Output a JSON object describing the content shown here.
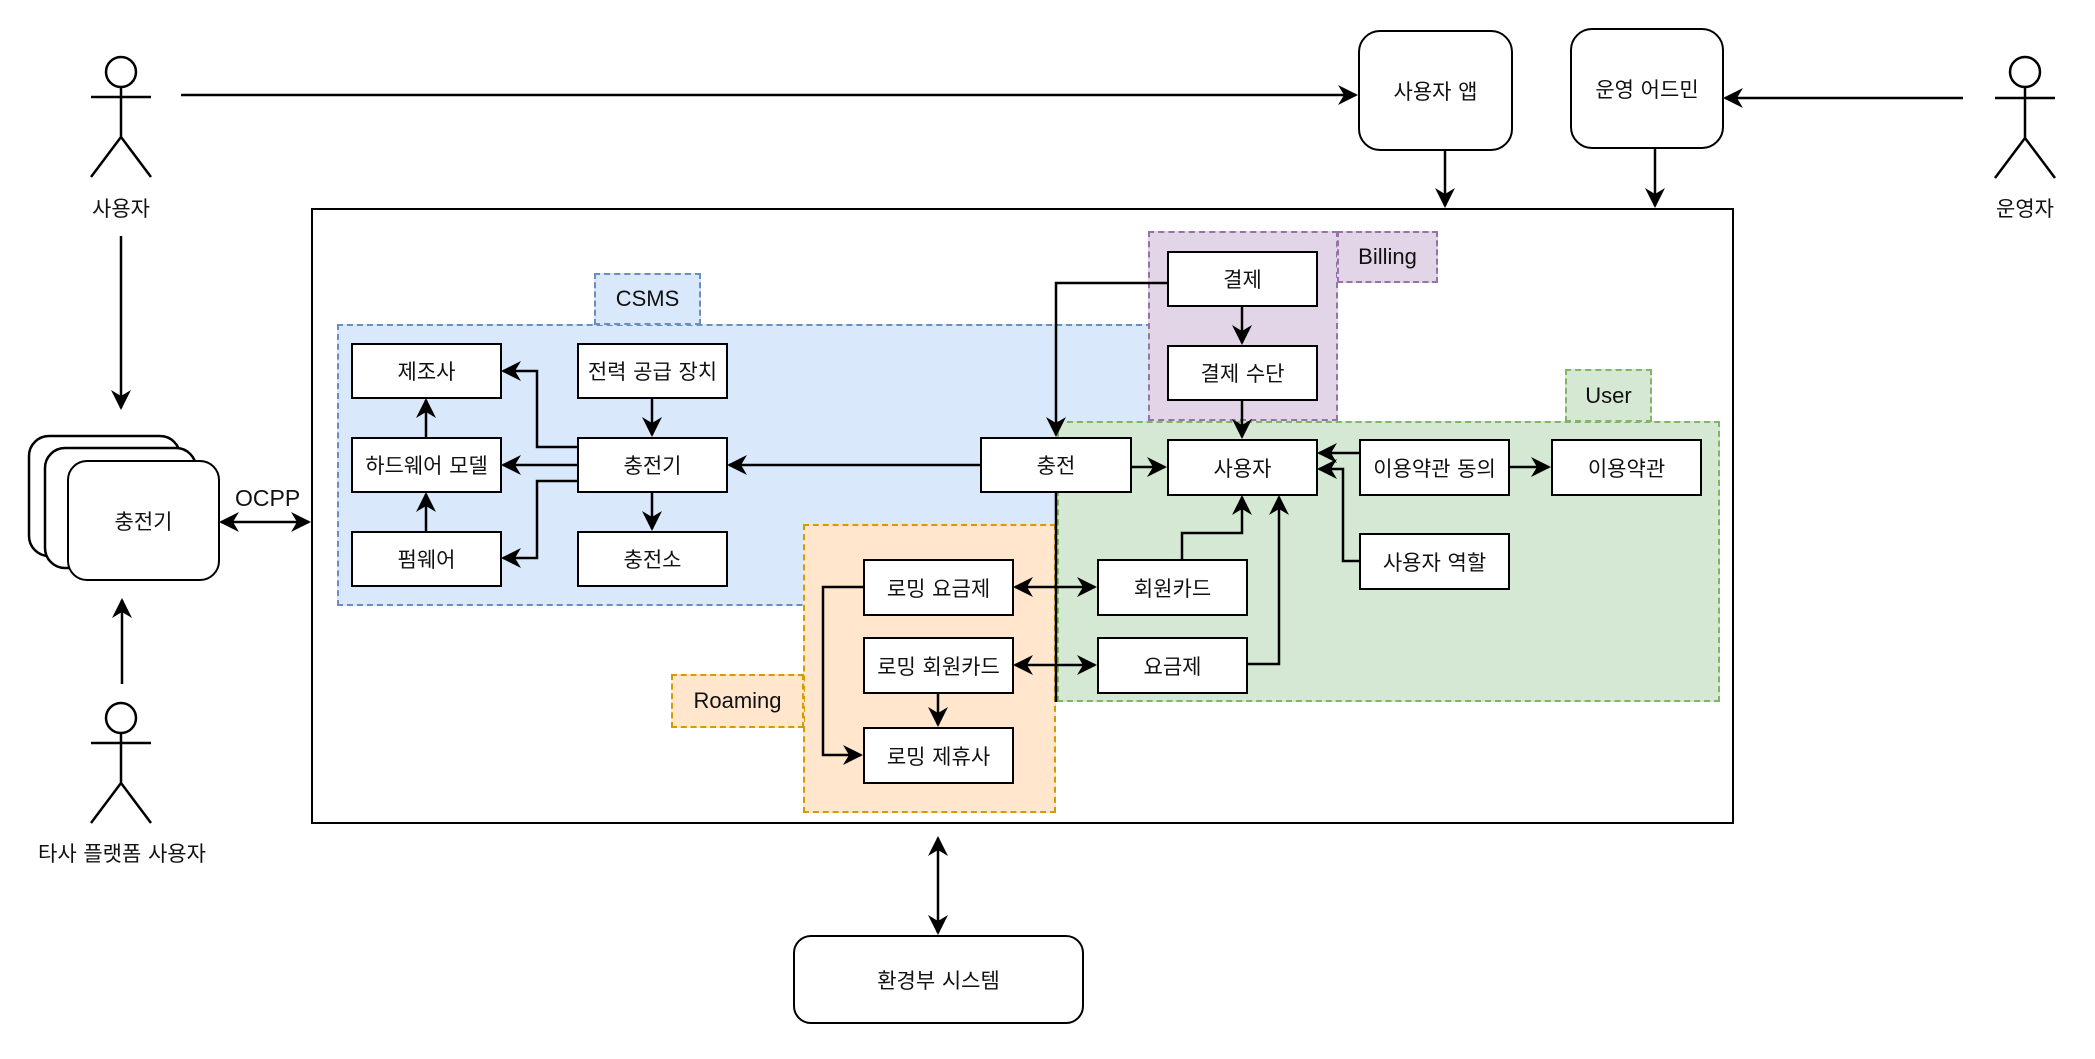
{
  "actors": {
    "user": "사용자",
    "operator": "운영자",
    "third_party_user": "타사 플랫폼 사용자"
  },
  "external": {
    "user_app": "사용자 앱",
    "ops_admin": "운영 어드민",
    "charger_stack": "충전기",
    "env_ministry_system": "환경부 시스템"
  },
  "edge_labels": {
    "ocpp": "OCPP"
  },
  "groups": {
    "csms": {
      "label": "CSMS",
      "color_fill": "#dae8fc",
      "color_stroke": "#6c8ebf",
      "nodes": {
        "manufacturer": "제조사",
        "power_supply": "전력 공급 장치",
        "hardware_model": "하드웨어 모델",
        "charger": "충전기",
        "firmware": "펌웨어",
        "station": "충전소"
      }
    },
    "billing": {
      "label": "Billing",
      "color_fill": "#e1d5e7",
      "color_stroke": "#9673a6",
      "nodes": {
        "payment": "결제",
        "payment_method": "결제 수단"
      }
    },
    "user": {
      "label": "User",
      "color_fill": "#d5e8d4",
      "color_stroke": "#82b366",
      "nodes": {
        "user": "사용자",
        "terms_agreement": "이용약관 동의",
        "terms": "이용약관",
        "user_role": "사용자 역할",
        "member_card": "회원카드",
        "rate_plan": "요금제"
      }
    },
    "roaming": {
      "label": "Roaming",
      "color_fill": "#ffe6cc",
      "color_stroke": "#d79b00",
      "nodes": {
        "roaming_rate_plan": "로밍 요금제",
        "roaming_member_card": "로밍 회원카드",
        "roaming_partner": "로밍 제휴사"
      }
    }
  },
  "standalone_nodes": {
    "charging": "충전"
  }
}
